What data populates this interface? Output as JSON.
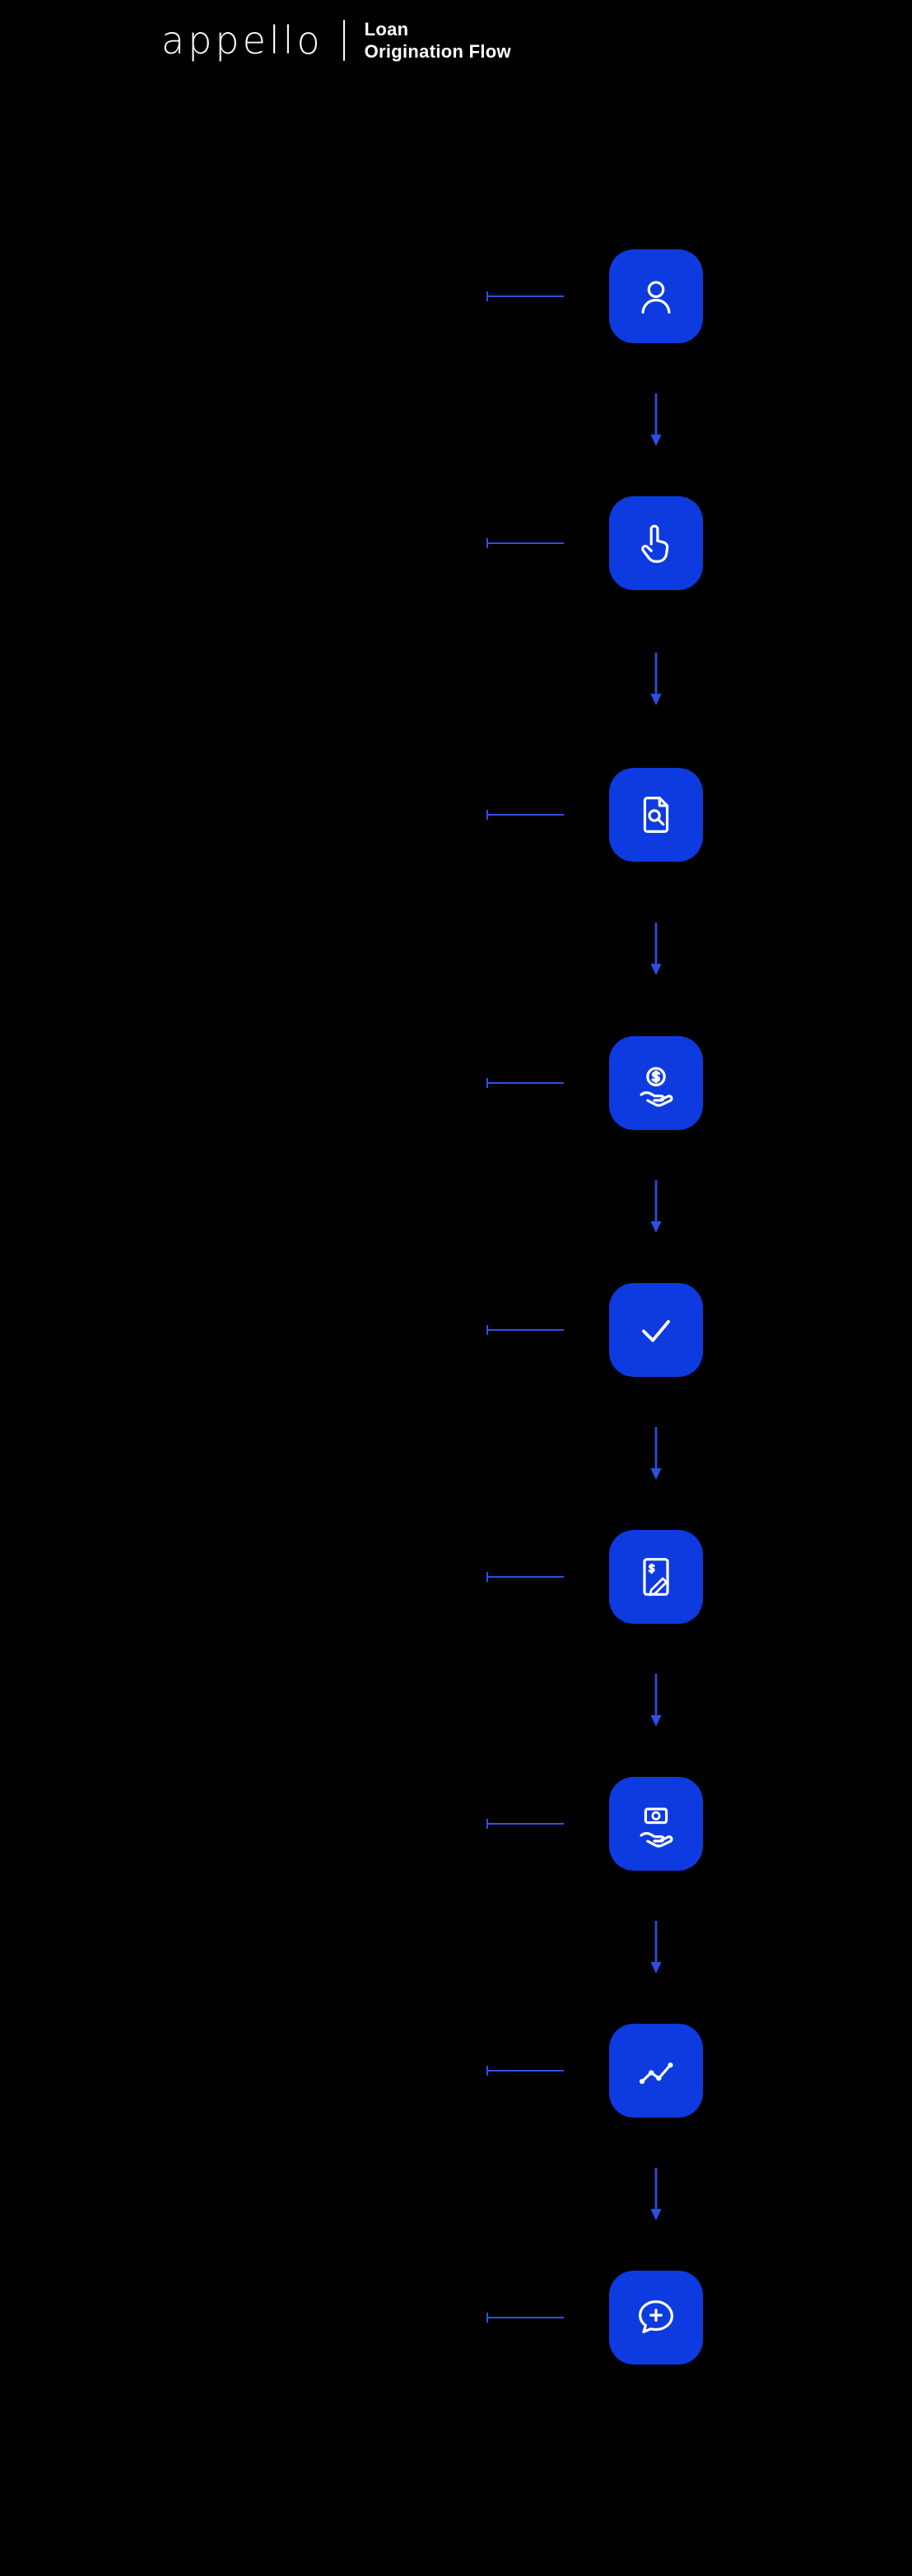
{
  "header": {
    "logo_text": "appello",
    "divider": "|",
    "title_line1": "Loan",
    "title_line2": "Origination Flow"
  },
  "flow": {
    "steps": [
      {
        "icon": "user-icon"
      },
      {
        "icon": "tap-click-icon"
      },
      {
        "icon": "document-search-icon"
      },
      {
        "icon": "coin-hand-icon"
      },
      {
        "icon": "checkmark-icon"
      },
      {
        "icon": "contract-sign-icon"
      },
      {
        "icon": "cash-hand-icon"
      },
      {
        "icon": "trend-chart-icon"
      },
      {
        "icon": "chat-plus-icon"
      }
    ]
  },
  "colors": {
    "background": "#000000",
    "tile_blue": "#0d3be0",
    "connector_blue": "#2b50e8",
    "icon_stroke": "#ffffff",
    "text": "#ffffff"
  }
}
